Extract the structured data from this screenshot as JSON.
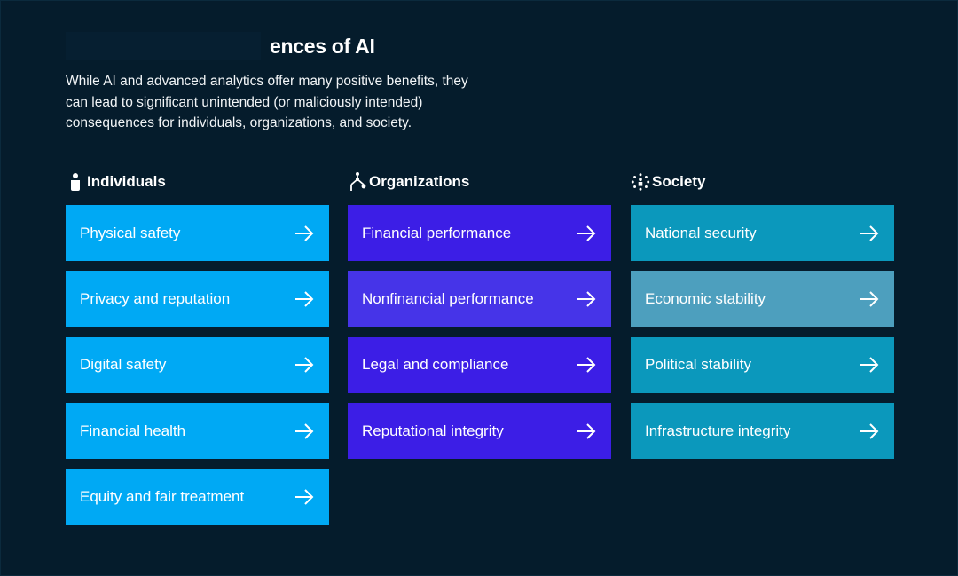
{
  "header": {
    "title": "ences of AI",
    "intro": "While AI and advanced analytics offer many positive benefits, they can lead to significant unintended (or maliciously intended) consequences for individuals, organizations, and society."
  },
  "colors": {
    "background": "#051c2c",
    "individuals": "#00a9f4",
    "organizations": "#3c1ee6",
    "organizations_alt": "#4634e8",
    "society": "#0b98bc",
    "society_alt": "#4d9fbe"
  },
  "columns": [
    {
      "icon": "person-icon",
      "heading": "Individuals",
      "items": [
        {
          "label": "Physical safety",
          "icon": "arrow-right-icon"
        },
        {
          "label": "Privacy and reputation",
          "icon": "arrow-right-icon"
        },
        {
          "label": "Digital safety",
          "icon": "arrow-right-icon"
        },
        {
          "label": "Financial health",
          "icon": "arrow-right-icon"
        },
        {
          "label": "Equity and fair treatment",
          "icon": "arrow-right-icon"
        }
      ]
    },
    {
      "icon": "network-icon",
      "heading": "Organizations",
      "items": [
        {
          "label": "Financial performance",
          "icon": "arrow-right-icon"
        },
        {
          "label": "Nonfinancial performance",
          "icon": "arrow-right-icon"
        },
        {
          "label": "Legal and compliance",
          "icon": "arrow-right-icon"
        },
        {
          "label": "Reputational integrity",
          "icon": "arrow-right-icon"
        }
      ]
    },
    {
      "icon": "community-icon",
      "heading": "Society",
      "items": [
        {
          "label": "National security",
          "icon": "arrow-right-icon"
        },
        {
          "label": "Economic stability",
          "icon": "arrow-right-icon"
        },
        {
          "label": "Political stability",
          "icon": "arrow-right-icon"
        },
        {
          "label": "Infrastructure integrity",
          "icon": "arrow-right-icon"
        }
      ]
    }
  ]
}
